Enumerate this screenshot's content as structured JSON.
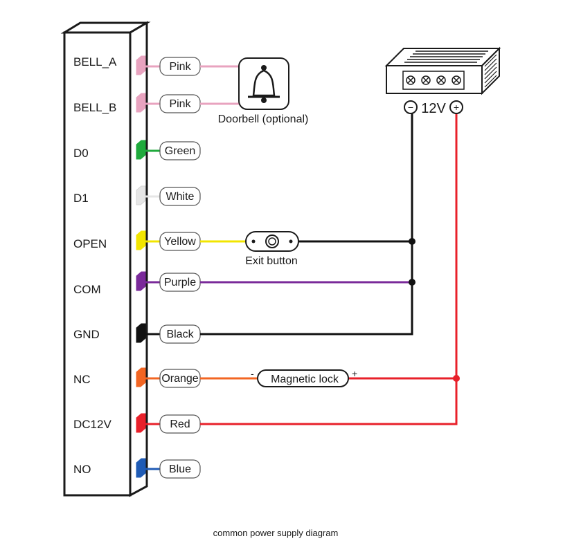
{
  "controller": {
    "pins": [
      {
        "label": "BELL_A",
        "wire": "Pink",
        "color": "#e8a3bf"
      },
      {
        "label": "BELL_B",
        "wire": "Pink",
        "color": "#e8a3bf"
      },
      {
        "label": "D0",
        "wire": "Green",
        "color": "#1faa3c"
      },
      {
        "label": "D1",
        "wire": "White",
        "color": "#e6e6e6"
      },
      {
        "label": "OPEN",
        "wire": "Yellow",
        "color": "#f2e500"
      },
      {
        "label": "COM",
        "wire": "Purple",
        "color": "#7a2a9a"
      },
      {
        "label": "GND",
        "wire": "Black",
        "color": "#111111"
      },
      {
        "label": "NC",
        "wire": "Orange",
        "color": "#f26522"
      },
      {
        "label": "DC12V",
        "wire": "Red",
        "color": "#e8202a"
      },
      {
        "label": "NO",
        "wire": "Blue",
        "color": "#1f5bb5"
      }
    ]
  },
  "devices": {
    "doorbell": "Doorbell (optional)",
    "exit_button": "Exit button",
    "magnetic_lock": "Magnetic lock",
    "lock_minus": "-",
    "lock_plus": "+"
  },
  "power_supply": {
    "voltage": "12V",
    "minus": "−",
    "plus": "+"
  },
  "caption": "common power supply diagram",
  "colors": {
    "wire_pink": "#e8a3bf",
    "wire_red": "#e8202a",
    "wire_black": "#111111",
    "wire_orange": "#f26522",
    "wire_purple": "#7a2a9a",
    "wire_yellow": "#f2e500"
  }
}
